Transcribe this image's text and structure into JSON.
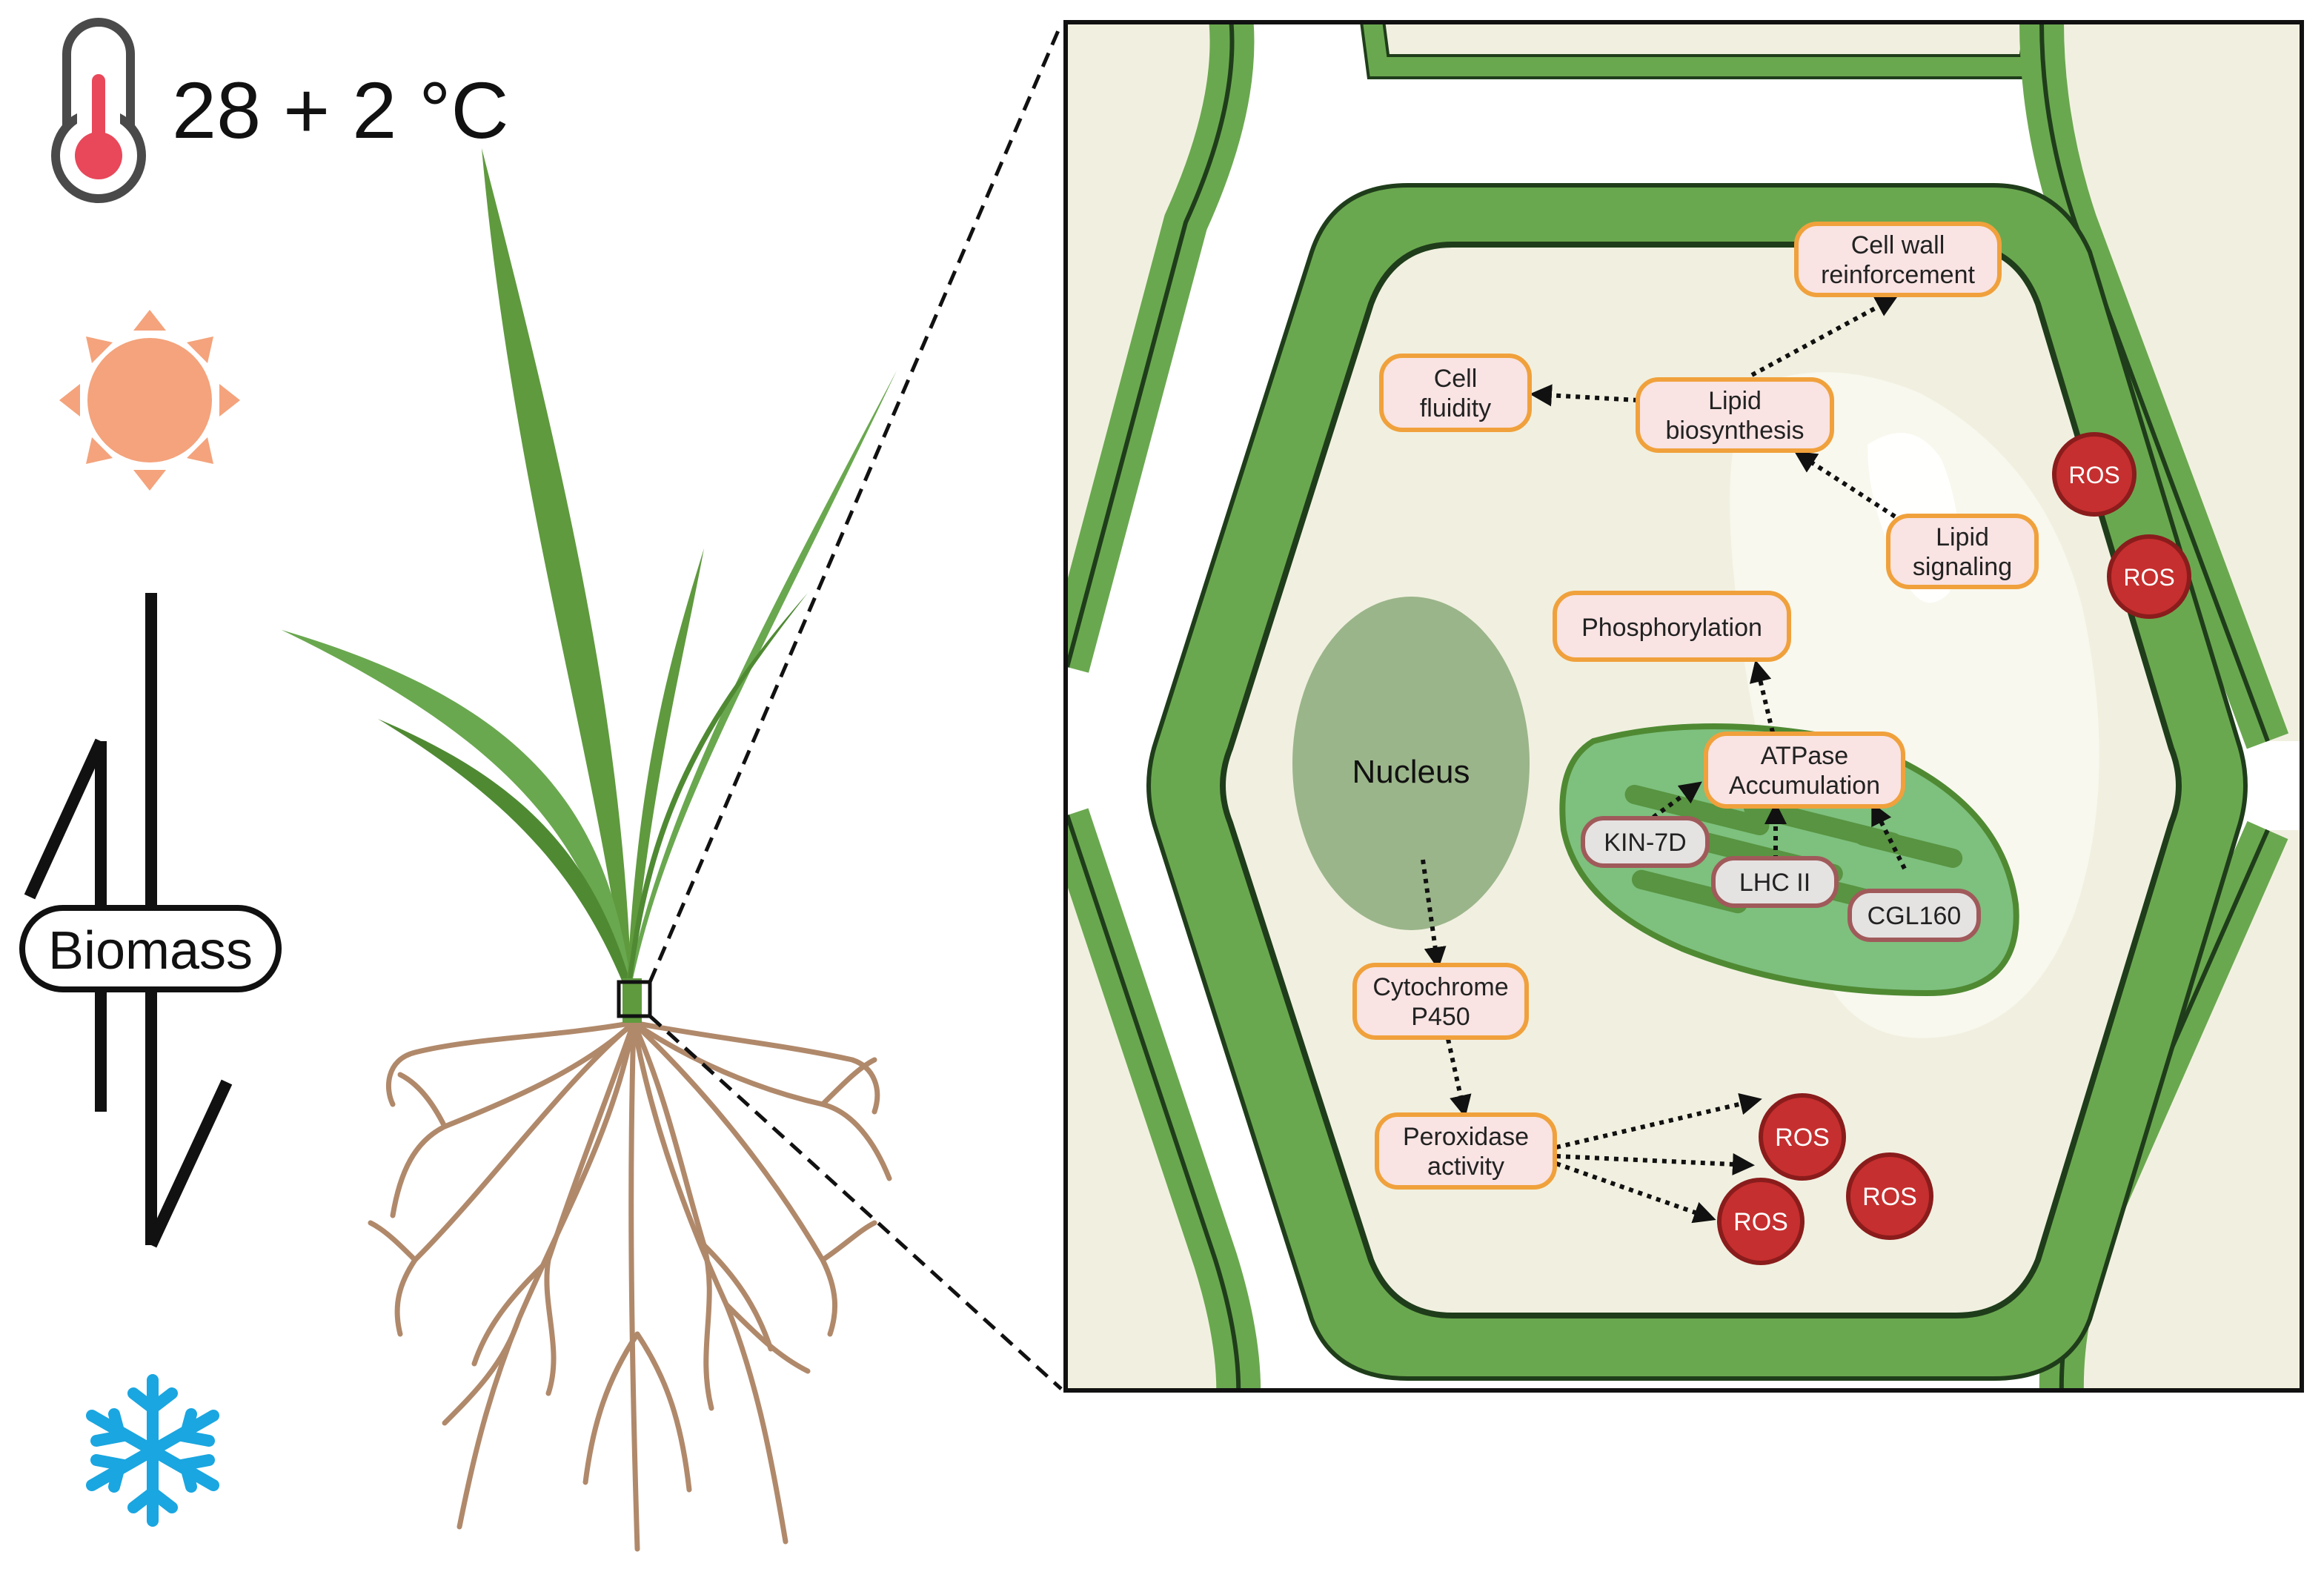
{
  "temperature": {
    "label": "28 + 2 °C"
  },
  "biomass": {
    "label": "Biomass"
  },
  "cell": {
    "nucleus": "Nucleus",
    "boxes": {
      "cell_wall": [
        "Cell wall",
        "reinforcement"
      ],
      "cell_fluidity": [
        "Cell",
        "fluidity"
      ],
      "lipid_biosynthesis": [
        "Lipid",
        "biosynthesis"
      ],
      "lipid_signaling": [
        "Lipid",
        "signaling"
      ],
      "phosphorylation": [
        "Phosphorylation"
      ],
      "atpase": [
        "ATPase",
        "Accumulation"
      ],
      "cytochrome": [
        "Cytochrome",
        "P450"
      ],
      "peroxidase": [
        "Peroxidase",
        "activity"
      ]
    },
    "proteins": {
      "kin7d": "KIN-7D",
      "lhc2": "LHC II",
      "cgl160": "CGL160"
    },
    "ros": "ROS"
  },
  "colors": {
    "cell_wall": "#6aa84f",
    "cell_wall_line": "#1f3d1a",
    "cytoplasm": "#f1f0e0",
    "box_fill": "#f9e3e3",
    "box_border": "#f0a13c",
    "protein_fill": "#e5e2e2",
    "protein_border": "#a05a5a",
    "ros_fill": "#c62f2f",
    "ros_border": "#8a1c1c",
    "nucleus": "#9bb58a",
    "chloroplast": "#7ec07e",
    "sun": "#f4a37c",
    "snowflake": "#1aa6e0",
    "thermometer_red": "#e8485a",
    "root": "#b0896b",
    "leaf": "#5f9a3e"
  },
  "icons": [
    "thermometer-icon",
    "sun-icon",
    "snowflake-icon",
    "biomass-arrows-icon"
  ]
}
